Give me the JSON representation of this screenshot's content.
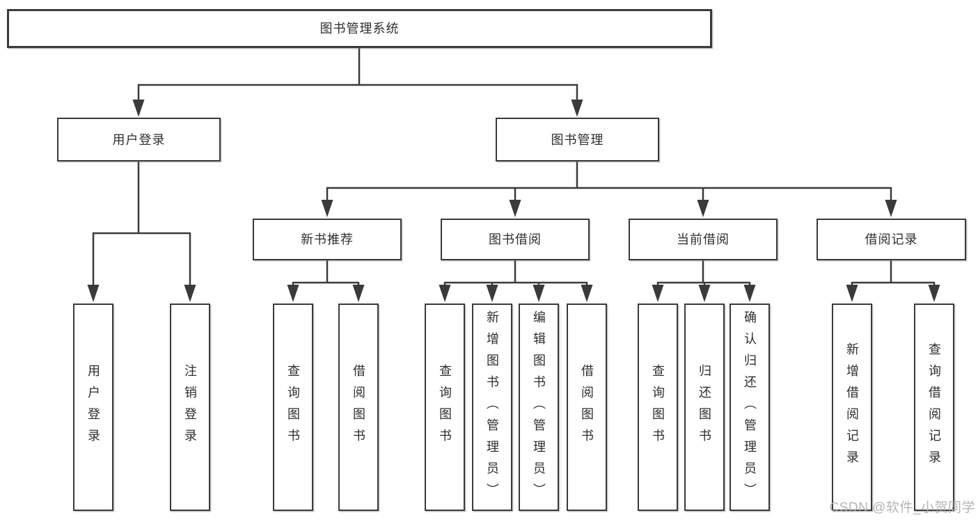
{
  "tree": {
    "root": {
      "label": "图书管理系统"
    },
    "branches": [
      {
        "label": "用户登录",
        "children": [
          {
            "label": "用户登录"
          },
          {
            "label": "注销登录"
          }
        ]
      },
      {
        "label": "图书管理",
        "children": [
          {
            "label": "新书推荐",
            "children": [
              {
                "label": "查询图书"
              },
              {
                "label": "借阅图书"
              }
            ]
          },
          {
            "label": "图书借阅",
            "children": [
              {
                "label": "查询图书"
              },
              {
                "label": "新增图书（管理员）"
              },
              {
                "label": "编辑图书（管理员）"
              },
              {
                "label": "借阅图书"
              }
            ]
          },
          {
            "label": "当前借阅",
            "children": [
              {
                "label": "查询图书"
              },
              {
                "label": "归还图书"
              },
              {
                "label": "确认归还（管理员）"
              }
            ]
          },
          {
            "label": "借阅记录",
            "children": [
              {
                "label": "新增借阅记录"
              },
              {
                "label": "查询借阅记录"
              }
            ]
          }
        ]
      }
    ]
  },
  "watermark": {
    "text": "CSDN @软件_小贺同学"
  },
  "colors": {
    "line": "#3a3a3a",
    "border": "#3a3a3a",
    "text": "#2e2e2e",
    "watermark": "#afafaf",
    "background": "#ffffff"
  }
}
